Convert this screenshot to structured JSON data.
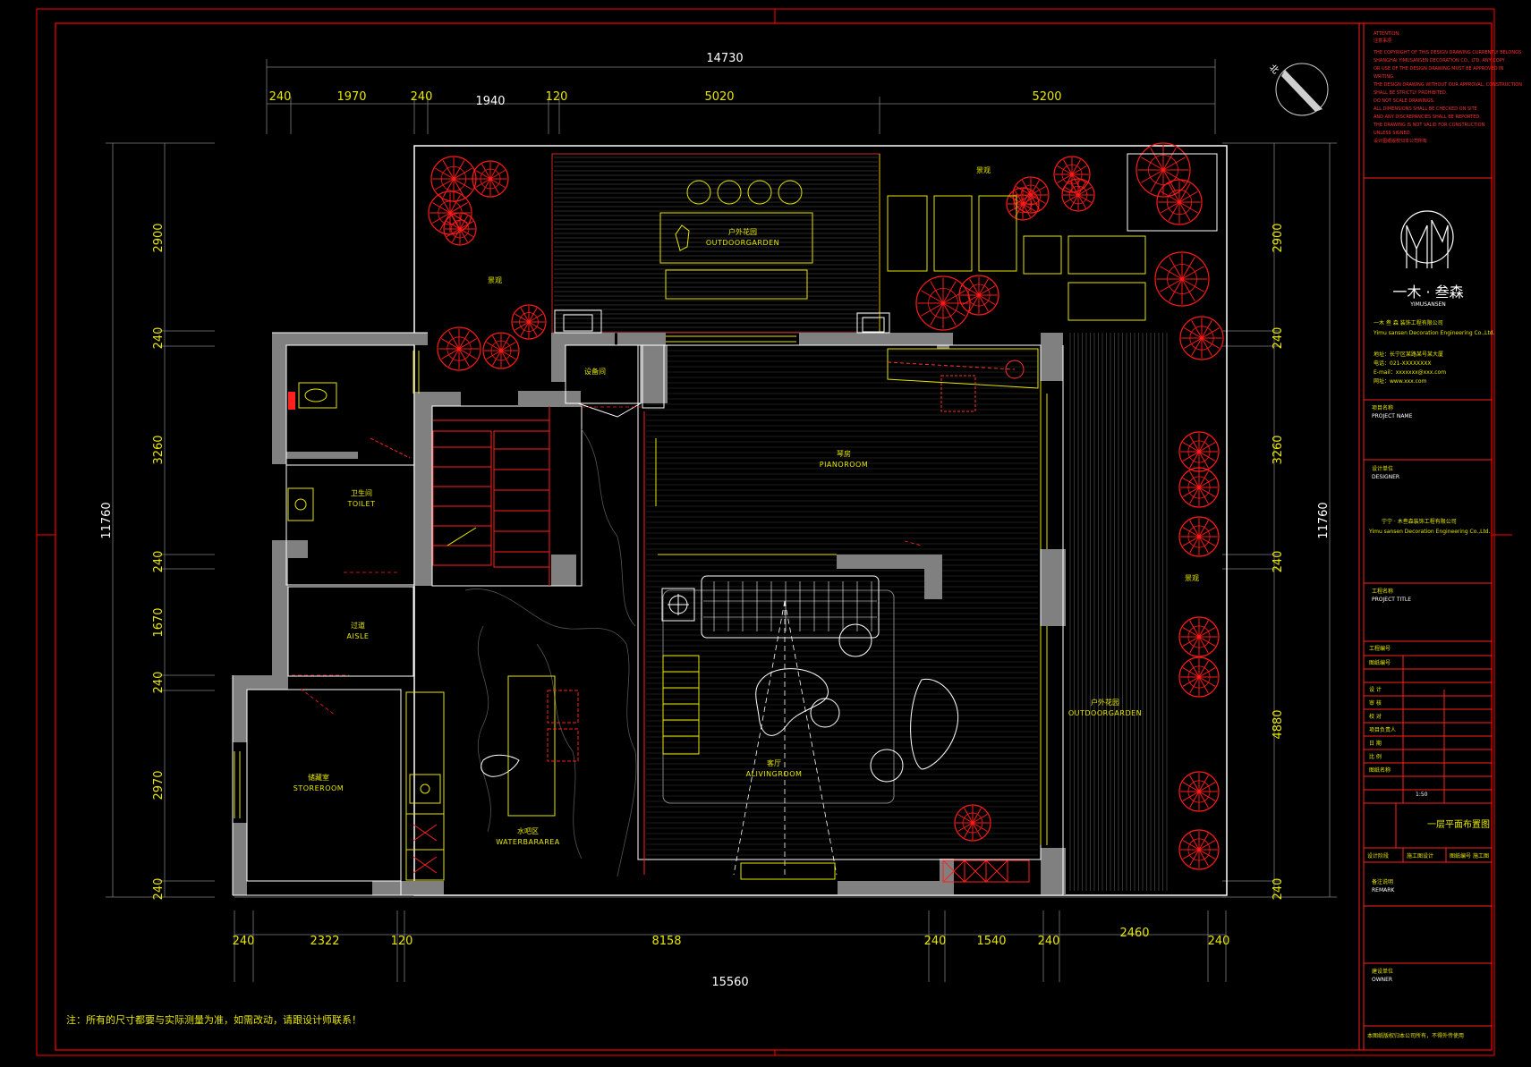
{
  "drawing": {
    "title": "一层平面布置图",
    "note": "注：所有的尺寸都要与实际测量为准，如需改动，请跟设计师联系！",
    "scale": "1:50",
    "north": "北"
  },
  "dimensions": {
    "top_total": "14730",
    "top_segments": [
      "240",
      "1970",
      "240",
      "1940",
      "120",
      "5020",
      "5200"
    ],
    "bottom_total": "15560",
    "bottom_segments": [
      "240",
      "2322",
      "120",
      "8158",
      "240",
      "1540",
      "240",
      "2460",
      "240"
    ],
    "left_total": "11760",
    "left_segments": [
      "2900",
      "240",
      "3260",
      "240",
      "1670",
      "240",
      "2970",
      "240"
    ],
    "right_total": "11760",
    "right_segments": [
      "2900",
      "240",
      "3260",
      "240",
      "4880",
      "240"
    ]
  },
  "rooms": {
    "outdoor_garden_top": {
      "cn": "户外花园",
      "en": "OUTDOORGARDEN"
    },
    "outdoor_garden_right": {
      "cn": "户外花园",
      "en": "OUTDOORGARDEN"
    },
    "piano_room": {
      "cn": "琴房",
      "en": "PIANOROOM"
    },
    "toilet": {
      "cn": "卫生间",
      "en": "TOILET"
    },
    "aisle": {
      "cn": "过道",
      "en": "AISLE"
    },
    "store_room": {
      "cn": "储藏室",
      "en": "STOREROOM"
    },
    "water_bar": {
      "cn": "水吧区",
      "en": "WATERBARAREA"
    },
    "living_room": {
      "cn": "客厅",
      "en": "ALIVINGROOM"
    },
    "pool_room": {
      "cn": "设备间",
      "en": ""
    },
    "planting_top_left": {
      "cn": "景观",
      "en": ""
    },
    "planting_top_right": {
      "cn": "景观",
      "en": ""
    },
    "planting_right": {
      "cn": "景观",
      "en": ""
    }
  },
  "title_block": {
    "attention_label": "ATTENTION:",
    "attention_cn": "注意事项",
    "attention_lines": [
      "THE COPYRIGHT OF THIS DESIGN DRAWING CURRENTLY BELONGS",
      "SHANGHAI YIMUSANSEN DECORATION CO., LTD. ANY COPY",
      "OR USE OF THE DESIGN DRAWING MUST BE APPROVED IN",
      "WRITING.",
      "THE DESIGN DRAWING WITHOUT OUR APPROVAL, CONSTRUCTION",
      "SHALL BE STRICTLY PROHIBITED.",
      "DO NOT SCALE DRAWINGS.",
      "ALL DIMENSIONS SHALL BE CHECKED ON SITE",
      "AND ANY DISCREPANCIES SHALL BE REPORTED.",
      "THE DRAWING IS NOT VALID FOR CONSTRUCTION",
      "UNLESS SIGNED.",
      "设计图纸版权归本公司所有"
    ],
    "brand_cn": "一木 · 叁森",
    "brand_en": "YIMUSANSEN",
    "company_cn": "一木 叁 森  装饰工程有限公司",
    "company_en": "Yimu sansen Decoration Engineering Co.,Ltd.",
    "address_lines": [
      "地址：长宁区某路某号某大厦",
      "电话：021-XXXXXXXX",
      "E-mail：xxxxxxx@xxx.com",
      "网址：www.xxx.com"
    ],
    "project_name_label": "项目名称",
    "project_name_value": "PROJECT NAME",
    "client_label": "设计单位",
    "client_value": "DESIGNER",
    "client_company_cn": "宁宁 · 木叁森装饰工程有限公司",
    "client_company_en": "Yimu sansen Decoration Engineering Co.,Ltd.",
    "project_no_label": "工程名称",
    "project_no_value": "PROJECT TITLE",
    "rows": [
      "工程编号",
      "图纸编号",
      "设  计",
      "审  核",
      "校  对",
      "项目负责人",
      "日  期",
      "比  例",
      "图纸名称"
    ],
    "scale_value": "1:50",
    "sheet_name": "一层平面布置图",
    "phase_row": [
      "设计阶段",
      "施工图设计",
      "图纸编号",
      "施工图"
    ],
    "remark_label": "备注说明",
    "remark_value": "REMARK",
    "company_label": "建设单位",
    "company_value": "OWNER",
    "footer": "本图纸版权归本公司所有，不得外传使用"
  },
  "colors": {
    "background": "#000000",
    "wall_fill": "#808080",
    "line_yellow": "#e6e600",
    "line_red": "#ff0000",
    "line_white": "#ffffff",
    "line_gray": "#7f7f7f"
  }
}
